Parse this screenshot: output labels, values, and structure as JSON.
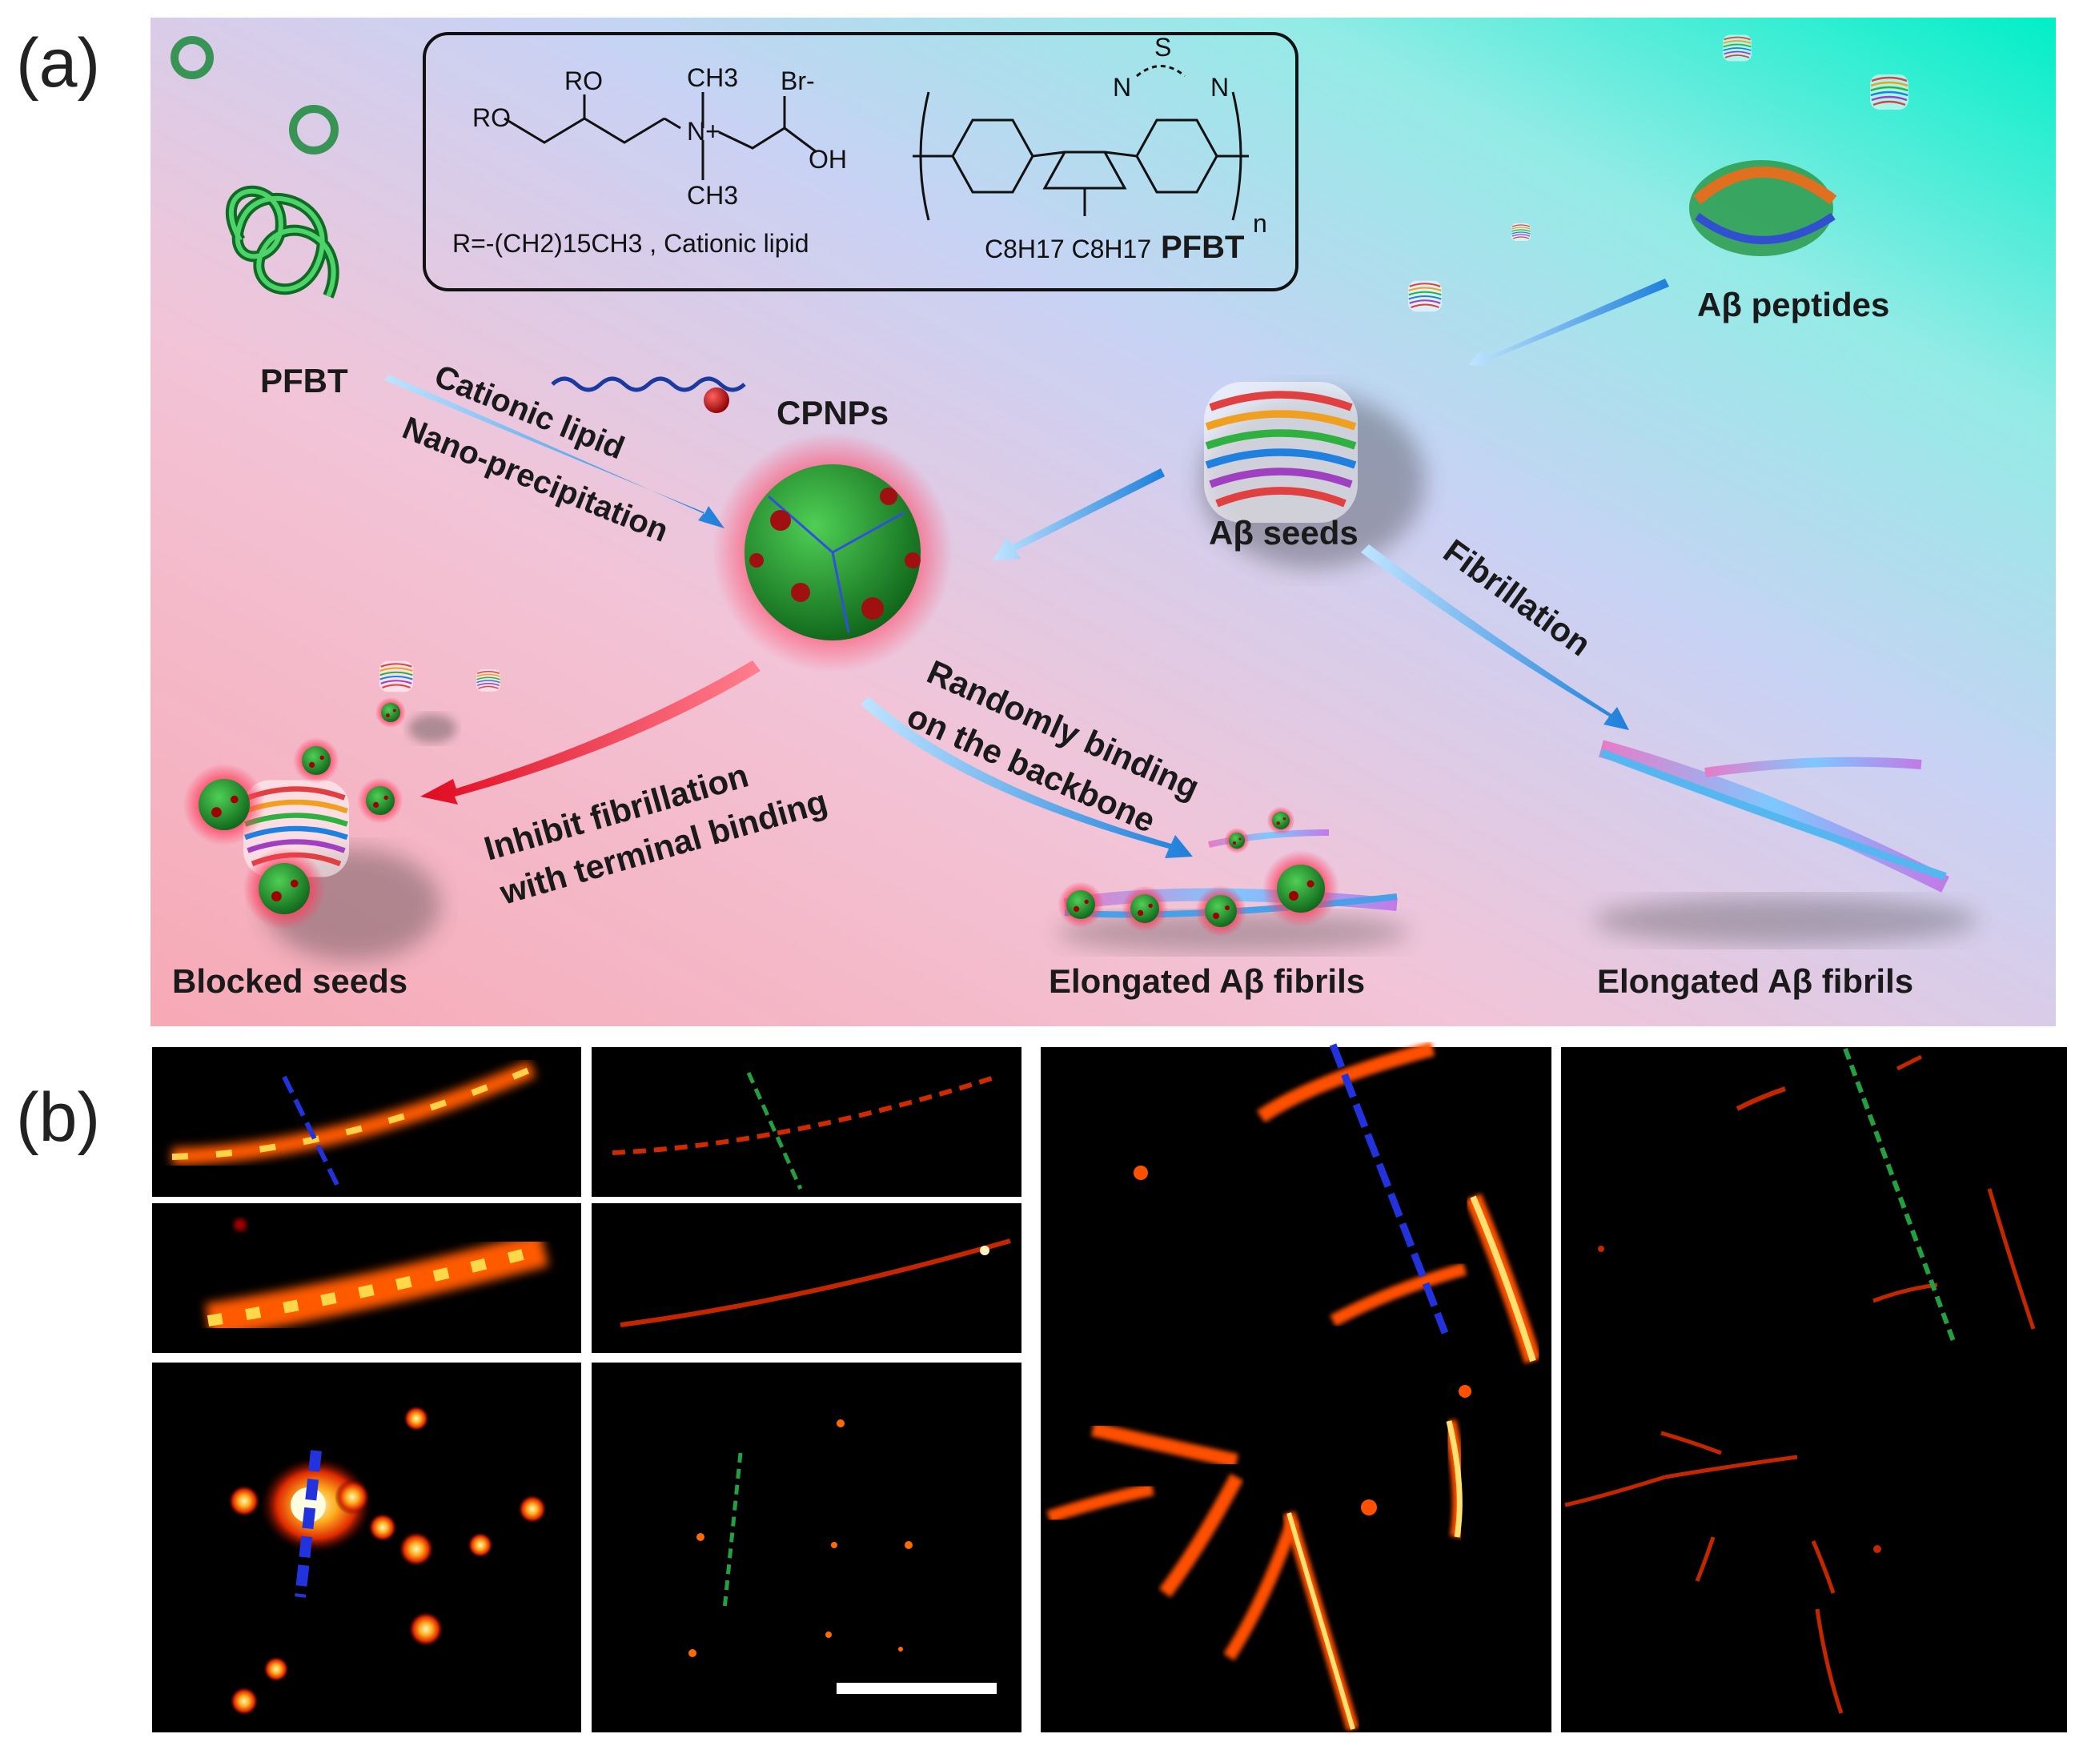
{
  "panel_a": {
    "letter": "(a)",
    "structure_box": {
      "lipid_groups": [
        "RO",
        "RO",
        "CH3",
        "CH3",
        "N+",
        "Br-",
        "OH"
      ],
      "lipid_caption": "R=-(CH2)15CH3 ,   Cationic lipid",
      "pfbt_groups": [
        "S",
        "N",
        "N",
        "n"
      ],
      "pfbt_caption": "C8H17  C8H17",
      "pfbt_name": "PFBT"
    },
    "labels": {
      "pfbt": "PFBT",
      "cationic_lipid": "Cationic lipid",
      "nano_precipitation": "Nano-precipitation",
      "cpnps": "CPNPs",
      "abeta_peptides": "Aβ peptides",
      "abeta_seeds": "Aβ seeds",
      "fibrillation": "Fibrillation",
      "random_binding_1": "Randomly binding",
      "random_binding_2": "on the backbone",
      "inhibit_1": "Inhibit fibrillation",
      "inhibit_2": "with terminal binding",
      "blocked_seeds": "Blocked seeds",
      "elongated_mid": "Elongated Aβ fibrils",
      "elongated_right": "Elongated Aβ fibrils"
    },
    "colors": {
      "blue_arrow": "#2b8fe0",
      "red_arrow": "#e8102a",
      "nanoparticle": "#1f8a2a",
      "bg_pink": "#f6b6c4",
      "bg_teal": "#10e6c4"
    }
  },
  "panel_b": {
    "letter": "(b)"
  }
}
